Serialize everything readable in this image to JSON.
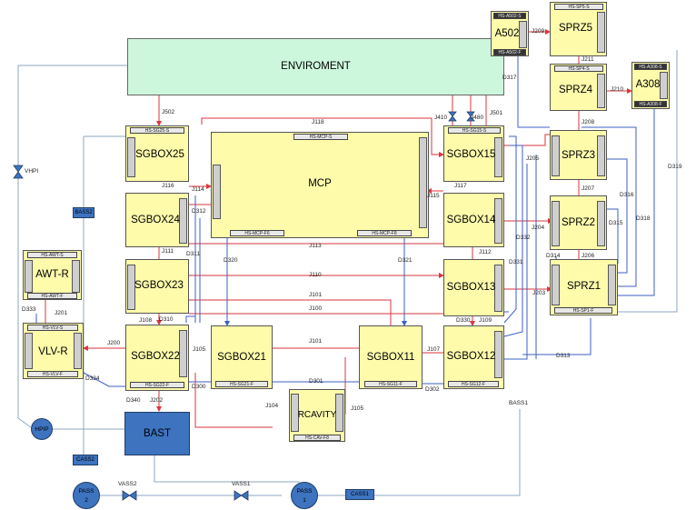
{
  "boxes": {
    "enviroment": "ENVIROMENT",
    "mcp": "MCP",
    "sgbox25": "SGBOX25",
    "sgbox24": "SGBOX24",
    "sgbox23": "SGBOX23",
    "sgbox22": "SGBOX22",
    "sgbox21": "SGBOX21",
    "sgbox11": "SGBOX11",
    "sgbox12": "SGBOX12",
    "sgbox13": "SGBOX13",
    "sgbox14": "SGBOX14",
    "sgbox15": "SGBOX15",
    "sprz5": "SPRZ5",
    "sprz4": "SPRZ4",
    "sprz3": "SPRZ3",
    "sprz2": "SPRZ2",
    "sprz1": "SPRZ1",
    "a502": "A502",
    "a308": "A308",
    "awtr": "AWT-R",
    "vlvr": "VLV-R",
    "rcavity": "RCAVITY",
    "bast": "BAST"
  },
  "heat_structures": {
    "sg25": "HS-SG25-S",
    "mcp_s": "HS-MCP-S",
    "mcp_f6": "HS-MCP-F6",
    "mcp_f8": "HS-MCP-F8",
    "sg15": "HS-SG15-S",
    "sg21": "HS-SG21-F",
    "sg11": "HS-SG11-F",
    "sg12": "HS-SG12-F",
    "sg22": "HS-SG22-F",
    "awt_s": "HS-AWT-S",
    "awt_f": "HS-AWT-F",
    "vlv_s": "HS-VLV-S",
    "vlv_f": "HS-VLV-F",
    "cav": "HS-CAV-F8",
    "a502_s": "HS-A502-S",
    "a502_f": "HS-A502-F",
    "a308_s": "HS-A308-S",
    "a308_f": "HS-A308-F",
    "sp5": "HS-SP5-S",
    "sp4": "HS-SP4-S",
    "sp1": "HS-SP1-F"
  },
  "junctions": {
    "j502": "J502",
    "j116": "J116",
    "j118": "J118",
    "j117": "J117",
    "j115": "J115",
    "j114": "J114",
    "j111": "J111",
    "j113": "J113",
    "j110": "J110",
    "j101": "J101",
    "j100": "J100",
    "j108": "J108",
    "j109": "J109",
    "j112": "J112",
    "j200": "J200",
    "j105a": "J105",
    "j105b": "J105",
    "j104": "J104",
    "j107": "J107",
    "j202": "J202",
    "j201": "J201",
    "j410": "J410",
    "j480": "J480",
    "j501": "J501",
    "j203": "J203",
    "j204": "J204",
    "j205": "J205",
    "j206": "J206",
    "j207": "J207",
    "j208": "J208",
    "j209": "J209",
    "j210": "J210",
    "j211": "J211"
  },
  "links": {
    "d312": "D312",
    "d311": "D311",
    "d310": "D310",
    "d320": "D320",
    "d321": "D321",
    "d330": "D330",
    "d331": "D331",
    "d332": "D332",
    "d333": "D333",
    "d334": "D334",
    "d340": "D340",
    "d300": "D300",
    "d301": "D301",
    "d302": "D302",
    "d313": "D313",
    "d314": "D314",
    "d315": "D315",
    "d316": "D316",
    "d317": "D317",
    "d318": "D318",
    "d319": "D319"
  },
  "accumulators": {
    "vhpi": "VHPI",
    "hpip": "HPIP",
    "cass2": "CASS2",
    "cass1": "CASS1",
    "bass1": "BASS1",
    "bass2": "BASS2",
    "vass2": "VASS2",
    "vass1": "VASS1",
    "pass2": "PASS\n2",
    "pass1": "PASS\n1"
  },
  "colors": {
    "box_fill": "#fefcab",
    "env_fill": "#cdf7dc",
    "flow_line": "#d9363e",
    "conduction_line": "#3d5fc4",
    "pipe_line": "#8ea7c2"
  }
}
